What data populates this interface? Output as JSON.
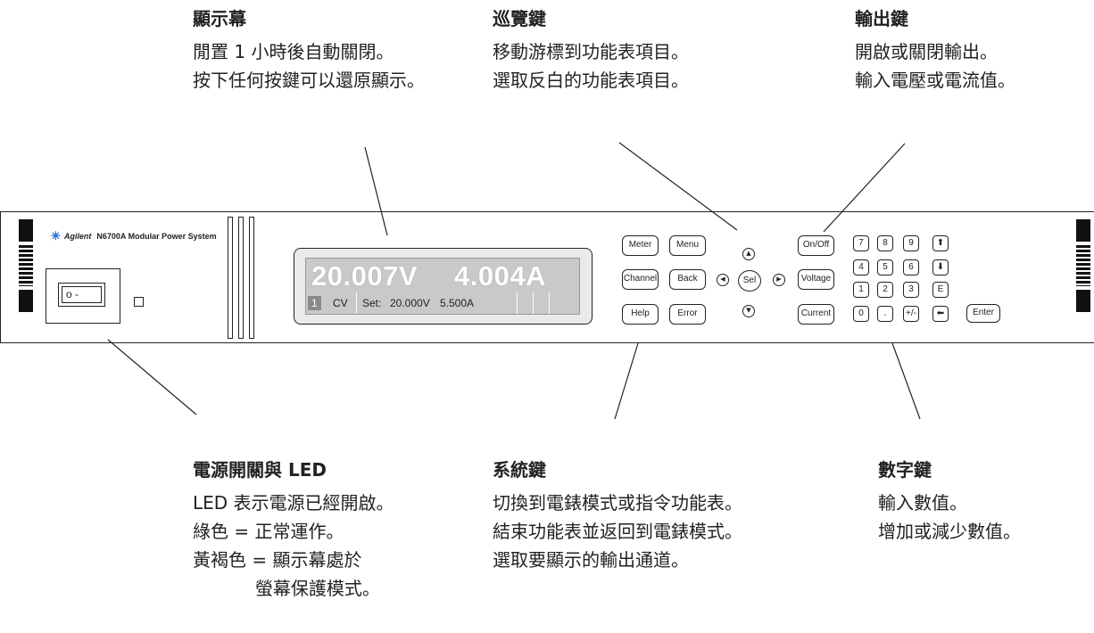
{
  "callouts": {
    "display": {
      "title": "顯示幕",
      "lines": [
        "閒置 1 小時後自動關閉。",
        "按下任何按鍵可以還原顯示。"
      ]
    },
    "navigation": {
      "title": "巡覽鍵",
      "lines": [
        "移動游標到功能表項目。",
        "選取反白的功能表項目。"
      ]
    },
    "output": {
      "title": "輸出鍵",
      "lines": [
        "開啟或關閉輸出。",
        "輸入電壓或電流值。"
      ]
    },
    "power": {
      "title": "電源開關與 LED",
      "lines": [
        "LED 表示電源已經開啟。",
        "綠色 = 正常運作。",
        "黃褐色 = 顯示幕處於",
        "           螢幕保護模式。"
      ]
    },
    "system": {
      "title": "系統鍵",
      "lines": [
        "切換到電錶模式或指令功能表。",
        "結束功能表並返回到電錶模式。",
        "選取要顯示的輸出通道。"
      ]
    },
    "numeric": {
      "title": "數字鍵",
      "lines": [
        "輸入數值。",
        "增加或減少數值。"
      ]
    }
  },
  "panel": {
    "brand": "Agilent",
    "model": "N6700A Modular Power System",
    "power_switch": "o  -",
    "lcd": {
      "voltage": "20.007V",
      "current": "4.004A",
      "channel": "1",
      "mode": "CV",
      "set_label": "Set:",
      "set_voltage": "20.000V",
      "set_current": "5.500A"
    },
    "system_keys": {
      "meter": "Meter",
      "menu": "Menu",
      "channel": "Channel",
      "back": "Back",
      "help": "Help",
      "error": "Error"
    },
    "nav_keys": {
      "select": "Sel"
    },
    "output_keys": {
      "on_off": "On/Off",
      "voltage": "Voltage",
      "current": "Current"
    },
    "numeric_keys": {
      "k7": "7",
      "k8": "8",
      "k9": "9",
      "k4": "4",
      "k5": "5",
      "k6": "6",
      "k1": "1",
      "k2": "2",
      "k3": "3",
      "k0": "0",
      "dot": ".",
      "plusminus": "+/-",
      "e": "E",
      "enter": "Enter"
    }
  }
}
